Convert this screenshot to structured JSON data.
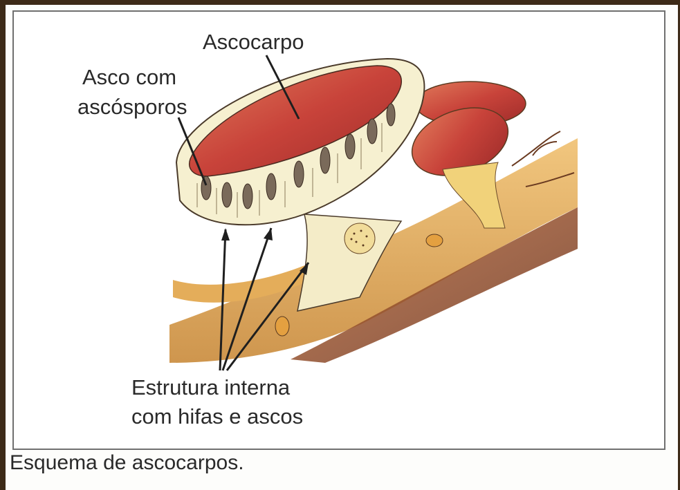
{
  "figure": {
    "labels": {
      "ascocarpo": "Ascocarpo",
      "asco_line1": "Asco com",
      "asco_line2": "ascósporos",
      "estrutura_line1": "Estrutura interna",
      "estrutura_line2": "com hifas e ascos"
    },
    "caption": "Esquema de ascocarpos."
  },
  "colors": {
    "background_border": "#3d2a17",
    "ascocarp_red": "#c8433a",
    "hypha_tan": "#d9a04a",
    "substrate_brown": "#8a4a2a"
  }
}
